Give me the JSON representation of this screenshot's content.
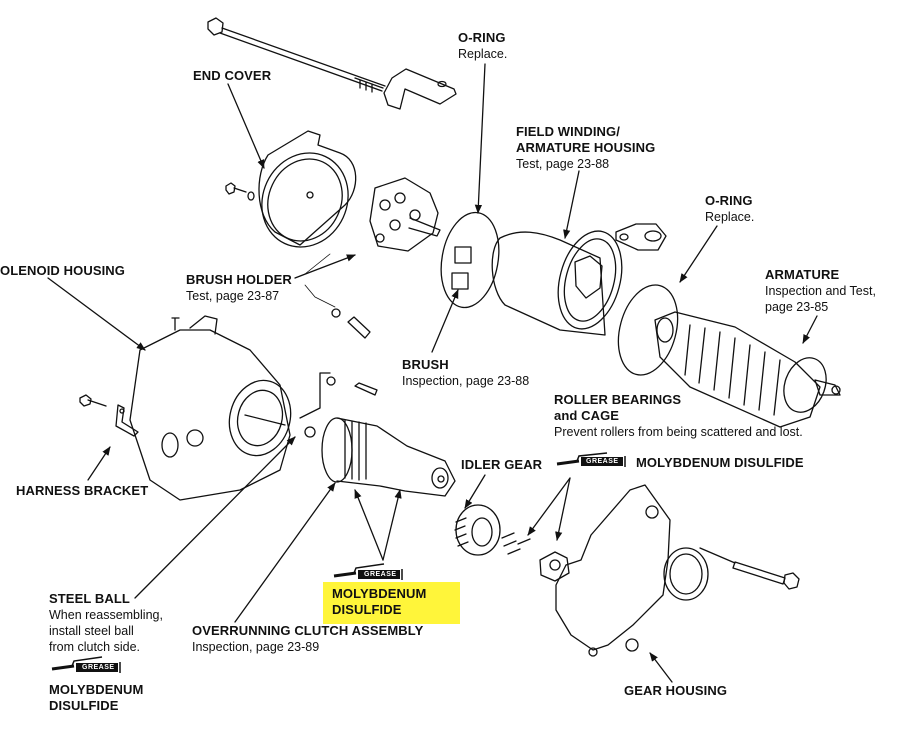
{
  "diagram": {
    "title": "Starter motor exploded view",
    "highlight_color": "#fff53a",
    "grease_tag": "GREASE",
    "labels": {
      "end_cover": {
        "title": "END COVER"
      },
      "o_ring_top": {
        "title": "O-RING",
        "note": "Replace."
      },
      "field_winding": {
        "title_line1": "FIELD WINDING/",
        "title_line2": "ARMATURE HOUSING",
        "note": "Test, page 23-88"
      },
      "o_ring_right": {
        "title": "O-RING",
        "note": "Replace."
      },
      "solenoid_housing": {
        "title": "OLENOID HOUSING"
      },
      "brush_holder": {
        "title": "BRUSH HOLDER",
        "note": "Test, page 23-87"
      },
      "armature": {
        "title": "ARMATURE",
        "note_line1": "Inspection and Test,",
        "note_line2": "page 23-85"
      },
      "brush": {
        "title": "BRUSH",
        "note": "Inspection, page 23-88"
      },
      "roller_bearings": {
        "title_line1": "ROLLER BEARINGS",
        "title_line2": "and CAGE",
        "note": "Prevent rollers from being scattered and lost."
      },
      "idler_gear": {
        "title": "IDLER GEAR"
      },
      "grease_roller": {
        "text": "MOLYBDENUM DISULFIDE"
      },
      "harness_bracket": {
        "title": "HARNESS BRACKET"
      },
      "steel_ball": {
        "title": "STEEL BALL",
        "note_line1": "When reassembling,",
        "note_line2": "install steel ball",
        "note_line3": "from clutch side."
      },
      "grease_steel_ball": {
        "line1": "MOLYBDENUM",
        "line2": "DISULFIDE"
      },
      "grease_clutch": {
        "line1": "MOLYBDENUM",
        "line2": "DISULFIDE"
      },
      "overrunning_clutch": {
        "title": "OVERRUNNING CLUTCH ASSEMBLY",
        "note": "Inspection, page 23-89"
      },
      "gear_housing": {
        "title": "GEAR HOUSING"
      }
    }
  }
}
